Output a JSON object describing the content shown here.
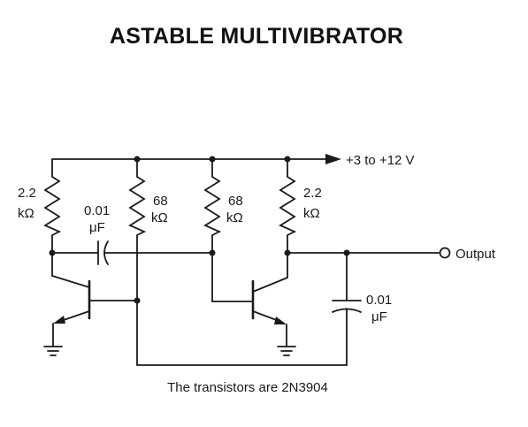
{
  "title": "ASTABLE MULTIVIBRATOR",
  "supply_label": "+3 to +12 V",
  "output_label": "Output",
  "note": "The transistors are 2N3904",
  "components": {
    "r1": {
      "value": "2.2",
      "unit": "kΩ"
    },
    "r2": {
      "value": "68",
      "unit": "kΩ"
    },
    "r3": {
      "value": "68",
      "unit": "kΩ"
    },
    "r4": {
      "value": "2.2",
      "unit": "kΩ"
    },
    "c1": {
      "value": "0.01",
      "unit": "μF"
    },
    "c2": {
      "value": "0.01",
      "unit": "μF"
    }
  },
  "colors": {
    "ink": "#1a1a1a",
    "background": "#ffffff"
  }
}
